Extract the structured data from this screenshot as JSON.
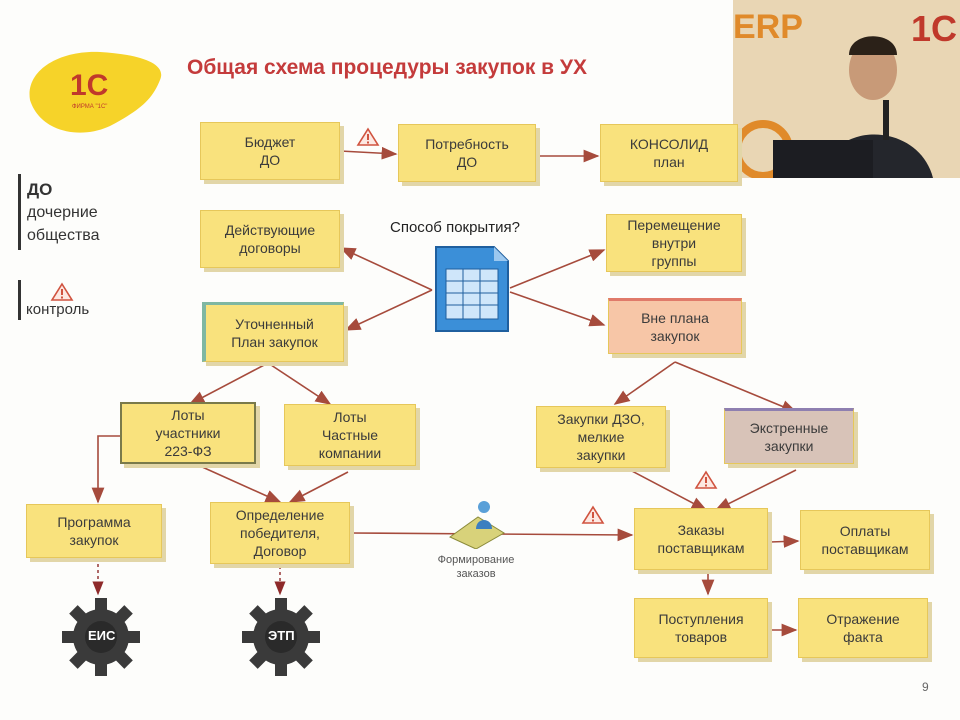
{
  "title": "Общая схема процедуры закупок в УХ",
  "logo": {
    "text": "1С",
    "caption": "ФИРМА \"1С\""
  },
  "video_overlay": {
    "brand_text": "ERP",
    "brand_logo": "1С"
  },
  "legend": {
    "abbr": "ДО",
    "abbr_meaning_line1": "дочерние",
    "abbr_meaning_line2": "общества",
    "control_label": "контроль",
    "control_icon": "warning-triangle-icon"
  },
  "boxes": {
    "budget": "Бюджет\nДО",
    "need": "Потребность\nДО",
    "consolid": "КОНСОЛИД\nплан",
    "contracts": "Действующие\nдоговоры",
    "move": "Перемещение\nвнутри\nгруппы",
    "refined": "Уточненный\nПлан закупок",
    "outside": "Вне плана\nзакупок",
    "lots223": "Лоты\nучастники\n223-ФЗ",
    "lotsprivate": "Лоты\nЧастные\nкомпании",
    "dzo": "Закупки ДЗО,\nмелкие\nзакупки",
    "urgent": "Экстренные\nзакупки",
    "program": "Программа\nзакупок",
    "winner": "Определение\nпобедителя,\nДоговор",
    "orders": "Заказы\nпоставщикам",
    "payments": "Оплаты\nпоставщикам",
    "receipts": "Поступления\nтоваров",
    "reflect": "Отражение\nфакта"
  },
  "coverage_question": "Способ покрытия?",
  "form_label": "Формирование\nзаказов",
  "gears": {
    "eis": "ЕИС",
    "etp": "ЭТП"
  },
  "page_number": "9",
  "colors": {
    "box": "#f9e27d",
    "arrow": "#a64b3c",
    "title": "#c43b3b",
    "logo_bg": "#f6d329"
  }
}
